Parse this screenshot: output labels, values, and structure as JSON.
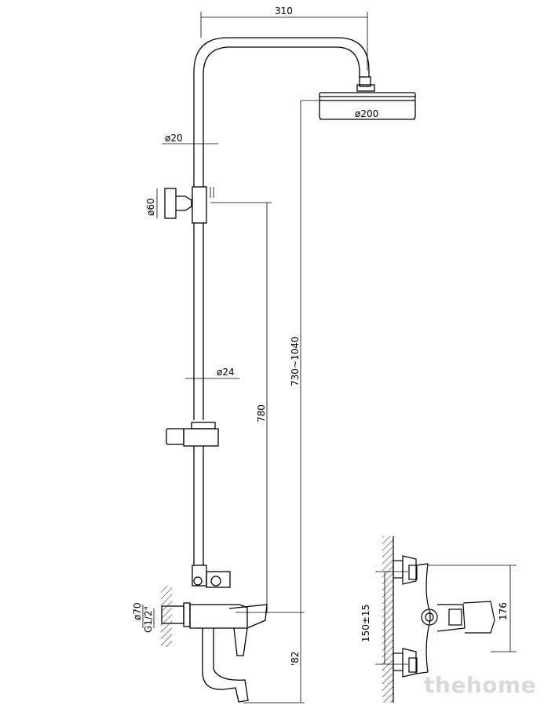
{
  "drawing": {
    "dimensions": {
      "top_width": "310",
      "head_diameter": "ø200",
      "pipe_diameter": "ø20",
      "holder_diameter": "ø60",
      "rail_diameter": "ø24",
      "total_height": "730~1040",
      "rail_height": "780",
      "mixer_diameter": "ø70",
      "thread": "G1/2\"",
      "spout_drop": "'82",
      "inlet_spacing": "150±15",
      "mixer_depth": "176"
    },
    "watermark": "thehome"
  }
}
